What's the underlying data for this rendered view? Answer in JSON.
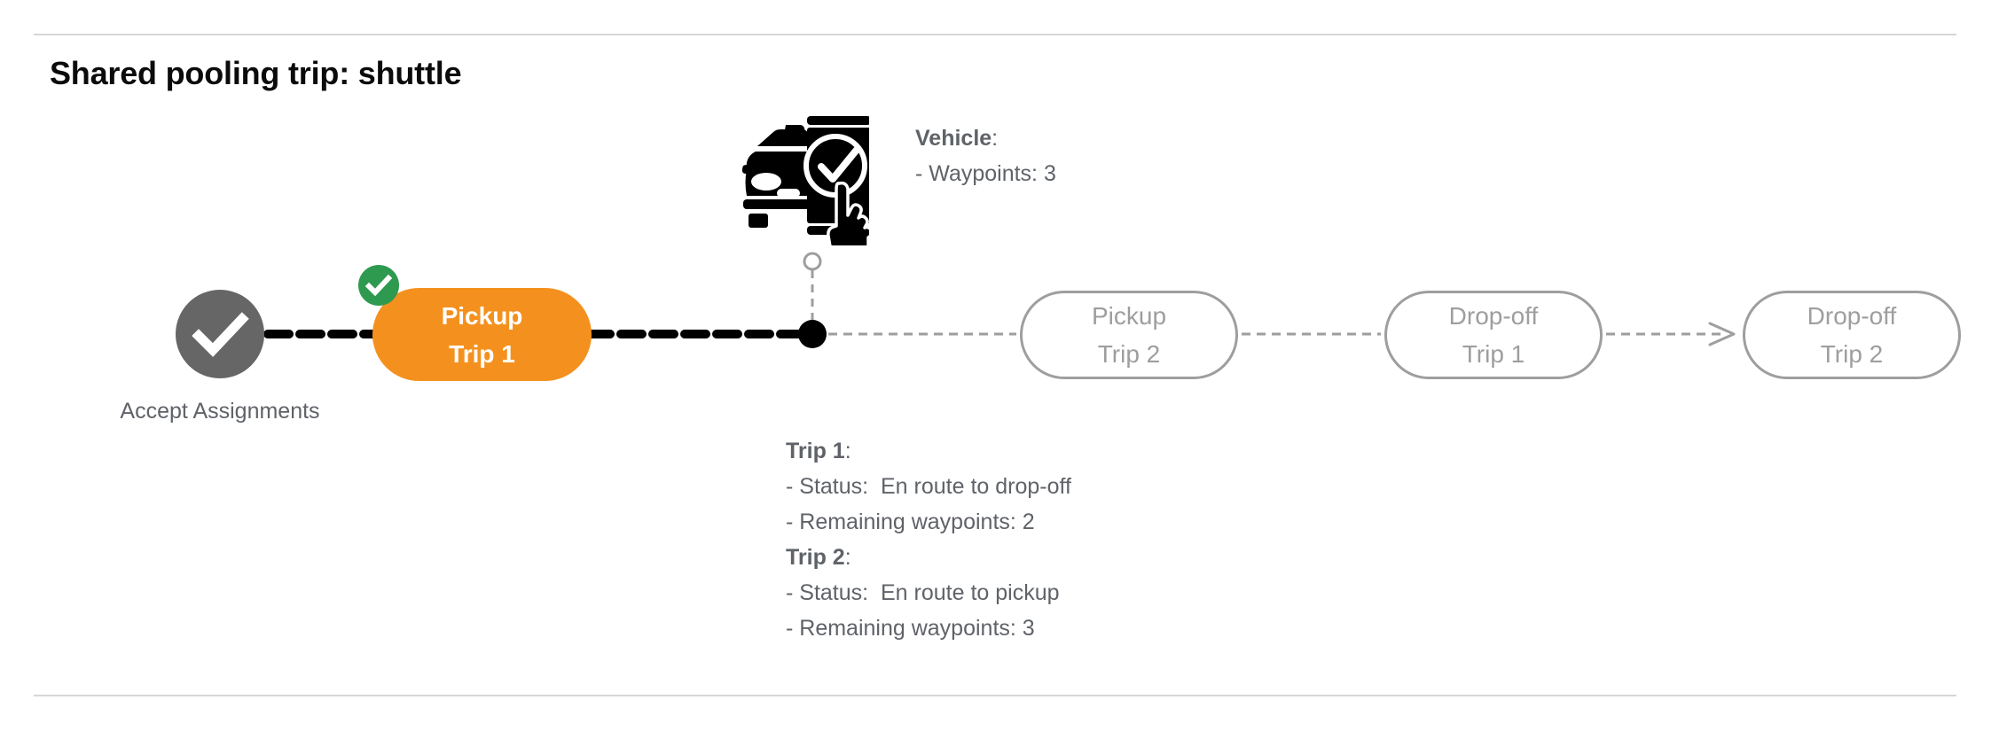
{
  "page": {
    "title": "Shared pooling trip: shuttle",
    "background": "#ffffff",
    "divider_color": "#d6d6d6"
  },
  "colors": {
    "active_pill": "#F4911E",
    "active_pill_text": "#ffffff",
    "badge_green": "#2E9A4F",
    "start_node_gray": "#666666",
    "upcoming_pill_border": "#9e9e9e",
    "upcoming_pill_text": "#9e9e9e",
    "callout_text": "#5f6368",
    "completed_line": "#000000",
    "upcoming_line": "#9e9e9e",
    "title_text": "#0b0b0b"
  },
  "timeline": {
    "start_node": {
      "icon": "check-circle-icon",
      "label_line1": "Accept",
      "label_line2": "Assignments",
      "state": "completed"
    },
    "nodes": [
      {
        "id": "pickup-trip-1",
        "line1": "Pickup",
        "line2": "Trip 1",
        "state": "completed",
        "badge_icon": "check-badge-icon"
      },
      {
        "id": "pickup-trip-2",
        "line1": "Pickup",
        "line2": "Trip 2",
        "state": "upcoming"
      },
      {
        "id": "dropoff-trip-1",
        "line1": "Drop-off",
        "line2": "Trip 1",
        "state": "upcoming"
      },
      {
        "id": "dropoff-trip-2",
        "line1": "Drop-off",
        "line2": "Trip 2",
        "state": "upcoming"
      }
    ],
    "current_position_marker": {
      "icon": "vehicle-position-dot",
      "connector_icon": "hollow-circle-icon"
    }
  },
  "vehicle": {
    "icon": "vehicle-phone-check-icon",
    "heading": "Vehicle",
    "heading_suffix": ":",
    "details": [
      "- Waypoints: 3"
    ]
  },
  "trips": [
    {
      "heading": "Trip 1",
      "heading_suffix": ":",
      "status_label": "- Status:",
      "status_value": "En route to drop-off",
      "waypoints_line": "- Remaining waypoints: 2"
    },
    {
      "heading": "Trip 2",
      "heading_suffix": ":",
      "status_label": "- Status:",
      "status_value": "En route to pickup",
      "waypoints_line": "- Remaining waypoints: 3"
    }
  ]
}
